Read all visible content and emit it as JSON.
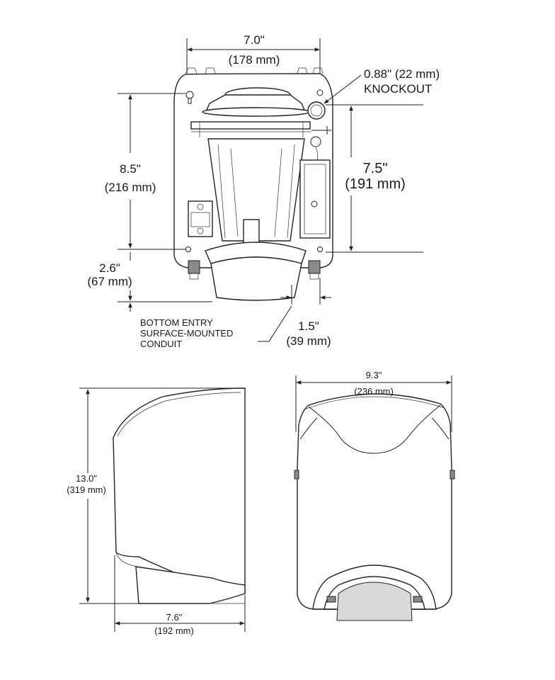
{
  "dimensions": {
    "top_width_in": "7.0\"",
    "top_width_mm": "(178 mm)",
    "knockout_size": "0.88\" (22 mm)",
    "knockout_label": "KNOCKOUT",
    "height_left_in": "8.5\"",
    "height_left_mm": "(216 mm)",
    "height_right_in": "7.5\"",
    "height_right_mm": "(191 mm)",
    "bottom_offset_in": "2.6\"",
    "bottom_offset_mm": "(67 mm)",
    "conduit_line1": "BOTTOM ENTRY",
    "conduit_line2": "SURFACE-MOUNTED",
    "conduit_line3": "CONDUIT",
    "conduit_offset_in": "1.5\"",
    "conduit_offset_mm": "(39 mm)",
    "side_height_in": "13.0\"",
    "side_height_mm": "(319 mm)",
    "side_depth_in": "7.6\"",
    "side_depth_mm": "(192 mm)",
    "front_width_in": "9.3\"",
    "front_width_mm": "(236 mm)"
  }
}
